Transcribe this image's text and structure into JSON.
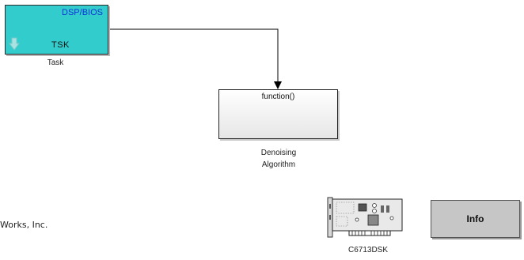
{
  "task_block": {
    "header": "DSP/BIOS",
    "port_label": "TSK",
    "caption": "Task",
    "fill_color": "#33cccc",
    "header_color": "#0b32d8",
    "icon": "down-arrow-icon"
  },
  "algorithm_block": {
    "header": "function()",
    "caption_line1": "Denoising",
    "caption_line2": "Algorithm"
  },
  "board_block": {
    "caption": "C6713DSK",
    "icon": "circuit-board-icon"
  },
  "info_block": {
    "label": "Info",
    "fill_color": "#c6c6c6"
  },
  "copyright": {
    "text": "Works, Inc."
  }
}
